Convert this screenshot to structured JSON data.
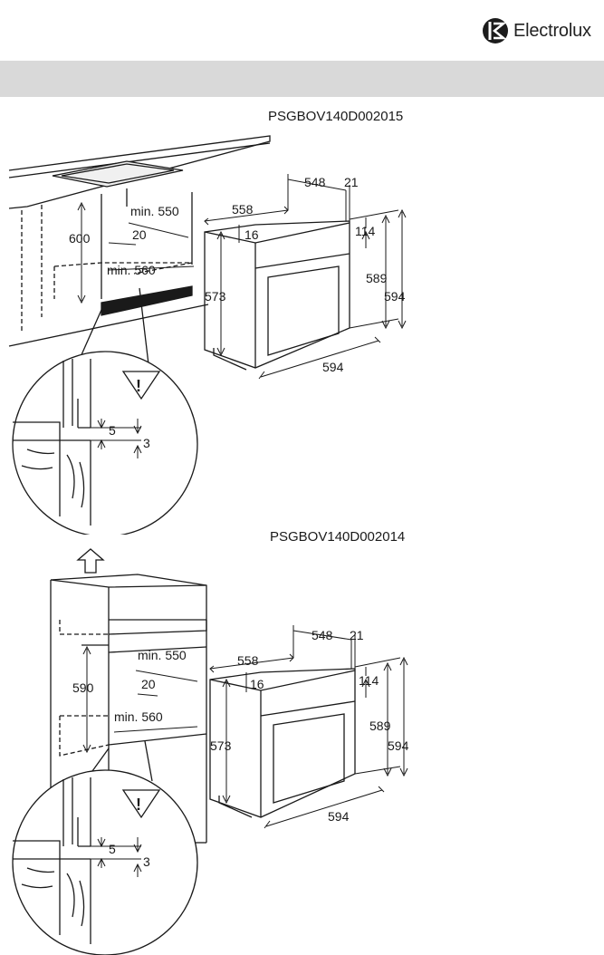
{
  "header": {
    "brand": "Electrolux"
  },
  "figures": [
    {
      "code": "PSGBOV140D002015",
      "labels": {
        "height": "600",
        "min_depth": "min. 550",
        "gap": "20",
        "min_width": "min. 560",
        "oven_depth": "558",
        "panel_depth": "548",
        "panel_thick": "21",
        "top_offset": "16",
        "panel_top": "114",
        "body_height": "573",
        "inner_height": "589",
        "total_height": "594",
        "total_width": "594",
        "detail_a": "5",
        "detail_b": "3"
      }
    },
    {
      "code": "PSGBOV140D002014",
      "labels": {
        "height": "590",
        "min_depth": "min. 550",
        "gap": "20",
        "min_width": "min. 560",
        "oven_depth": "558",
        "panel_depth": "548",
        "panel_thick": "21",
        "top_offset": "16",
        "panel_top": "114",
        "body_height": "573",
        "inner_height": "589",
        "total_height": "594",
        "total_width": "594",
        "detail_a": "5",
        "detail_b": "3"
      }
    }
  ]
}
